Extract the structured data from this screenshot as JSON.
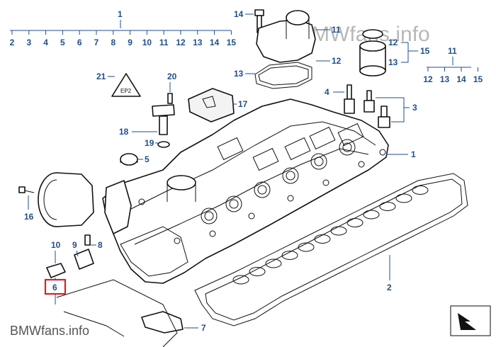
{
  "watermark_top": "BMWfans.info",
  "watermark_bottom": "BMWfans.info",
  "callouts": {
    "group_main": "1",
    "group_main_items": [
      "2",
      "3",
      "4",
      "5",
      "6",
      "7",
      "8",
      "9",
      "10",
      "11",
      "12",
      "13",
      "14",
      "15"
    ],
    "group_right": "11",
    "group_right_items": [
      "12",
      "13",
      "14",
      "15"
    ],
    "p1": "1",
    "p2": "2",
    "p3": "3",
    "p4": "4",
    "p5": "5",
    "p6": "6",
    "p7": "7",
    "p8": "8",
    "p9": "9",
    "p10": "10",
    "p11": "11",
    "p12": "12",
    "p13a": "13",
    "p13b": "13",
    "p14": "14",
    "p15": "15",
    "p16": "16",
    "p17": "17",
    "p18": "18",
    "p19": "19",
    "p20": "20",
    "p21": "21"
  },
  "warning_symbol_text": "EP2",
  "highlighted_callout": "6",
  "colors": {
    "callout": "#1f4e8c",
    "highlight": "#d2232a",
    "line": "#111111"
  }
}
